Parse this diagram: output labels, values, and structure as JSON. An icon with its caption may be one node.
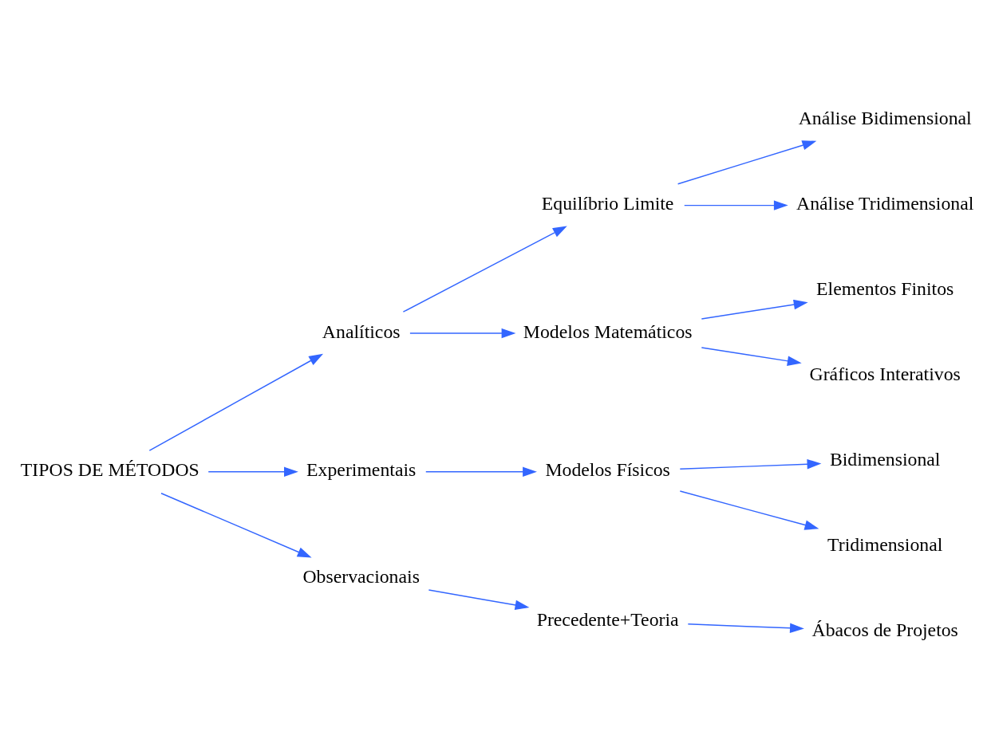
{
  "diagram": {
    "nodes": [
      {
        "text": [
          "TIPOS DE MÉTODOS"
        ]
      },
      {
        "text": [
          "Analíticos"
        ]
      },
      {
        "text": [
          "Experimentais"
        ]
      },
      {
        "text": [
          "Observacionais"
        ]
      },
      {
        "text": [
          "Equilíbrio Limite"
        ]
      },
      {
        "text": [
          "Modelos Matemáticos"
        ]
      },
      {
        "text": [
          "Modelos Físicos"
        ]
      },
      {
        "text": [
          "Precedente+Teoria"
        ]
      },
      {
        "text": [
          "Análise Bidimensional"
        ]
      },
      {
        "text": [
          "Análise Tridimensional"
        ]
      },
      {
        "text": [
          "Elementos Finitos"
        ]
      },
      {
        "text": [
          "Gráficos Interativos"
        ]
      },
      {
        "text": [
          "Bidimensional"
        ]
      },
      {
        "text": [
          "Tridimensional"
        ]
      },
      {
        "text": [
          "Ábacos de Projetos"
        ]
      }
    ],
    "edges": [
      {
        "from": 0,
        "to": 1,
        "arrow": "to"
      },
      {
        "from": 0,
        "to": 2,
        "arrow": "to"
      },
      {
        "from": 0,
        "to": 3,
        "arrow": "to"
      },
      {
        "from": 1,
        "to": 4,
        "arrow": "to"
      },
      {
        "from": 1,
        "to": 5,
        "arrow": "to"
      },
      {
        "from": 2,
        "to": 6,
        "arrow": "to"
      },
      {
        "from": 3,
        "to": 7,
        "arrow": "to"
      },
      {
        "from": 4,
        "to": 8,
        "arrow": "to"
      },
      {
        "from": 4,
        "to": 9,
        "arrow": "to"
      },
      {
        "from": 5,
        "to": 10,
        "arrow": "to"
      },
      {
        "from": 5,
        "to": 11,
        "arrow": "to"
      },
      {
        "from": 6,
        "to": 12,
        "arrow": "to"
      },
      {
        "from": 6,
        "to": 13,
        "arrow": "to"
      },
      {
        "from": 7,
        "to": 14,
        "arrow": "to"
      }
    ]
  }
}
